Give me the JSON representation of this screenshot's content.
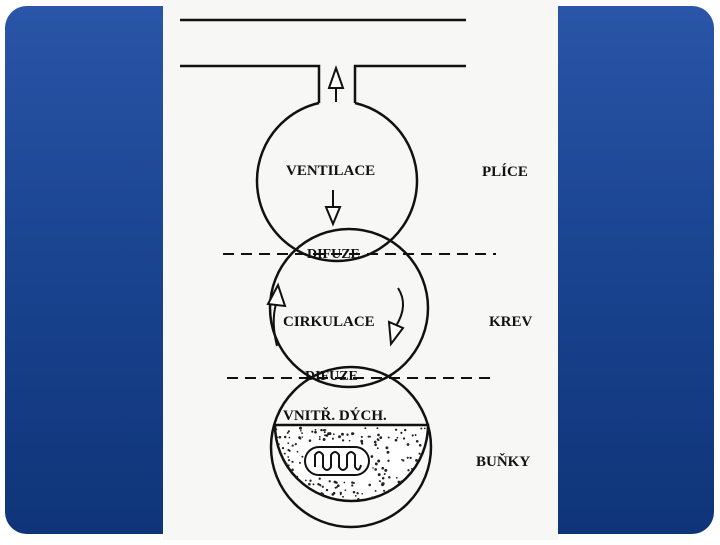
{
  "labels": {
    "ventilation": "VENTILACE",
    "lungs": "PLÍCE",
    "diffusion_top": "DIFUZE",
    "circulation": "CIRKULACE",
    "blood": "KREV",
    "diffusion_bottom": "DIFUZE",
    "internal_respiration": "VNITŘ. DÝCH.",
    "cells": "BUŇKY"
  },
  "colors": {
    "background_gradient_top": "#2a55a8",
    "background_gradient_bottom": "#0f3479",
    "figure_panel": "#f7f7f5",
    "ink": "#111111"
  }
}
